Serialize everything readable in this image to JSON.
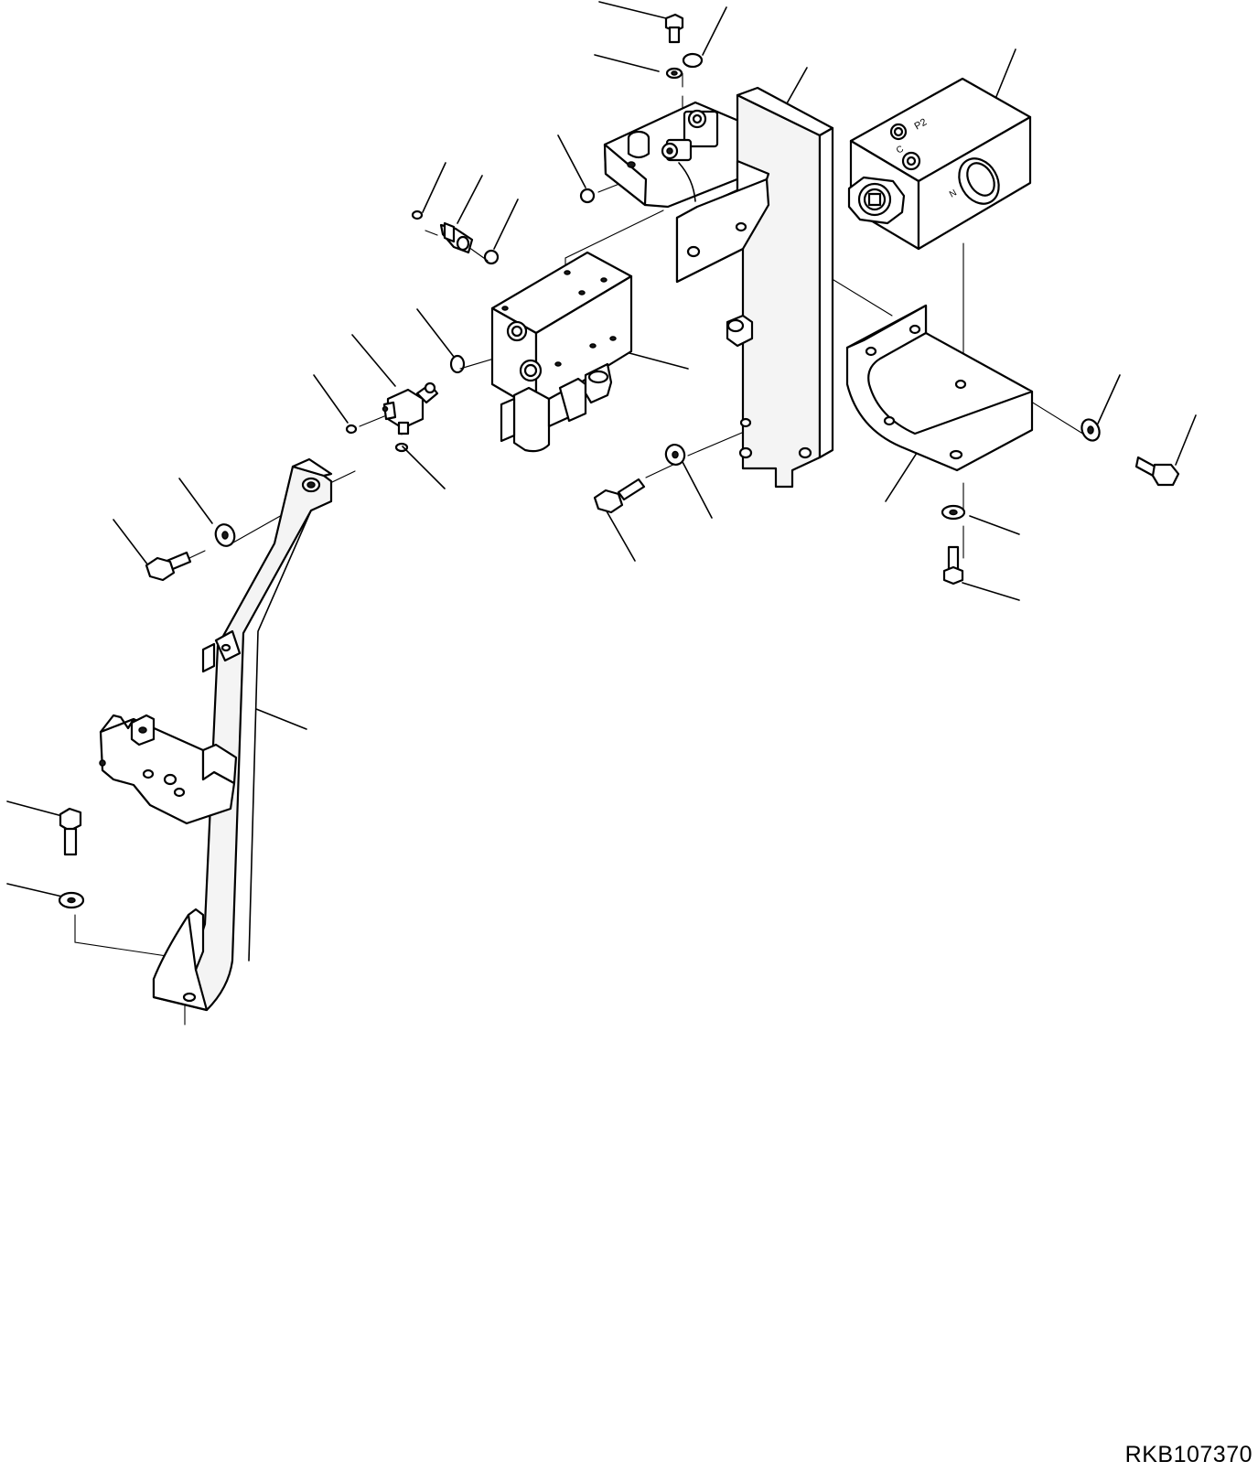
{
  "drawing": {
    "code": "RKB107370"
  },
  "parts": [
    {
      "id": "manifold-block",
      "icon": "hydraulic-manifold-block"
    },
    {
      "id": "solenoid-valve-block",
      "icon": "solenoid-valve-block"
    },
    {
      "id": "vertical-mounting-plate",
      "icon": "mounting-plate"
    },
    {
      "id": "upper-bracket",
      "icon": "bracket"
    },
    {
      "id": "angle-bracket",
      "icon": "angle-bracket"
    },
    {
      "id": "long-support-bracket",
      "icon": "support-bracket"
    },
    {
      "id": "elbow-fitting",
      "icon": "elbow-fitting"
    },
    {
      "id": "straight-fitting",
      "icon": "straight-fitting"
    },
    {
      "id": "bolts",
      "icon": "bolt"
    },
    {
      "id": "washers",
      "icon": "washer"
    },
    {
      "id": "o-rings",
      "icon": "o-ring"
    }
  ]
}
